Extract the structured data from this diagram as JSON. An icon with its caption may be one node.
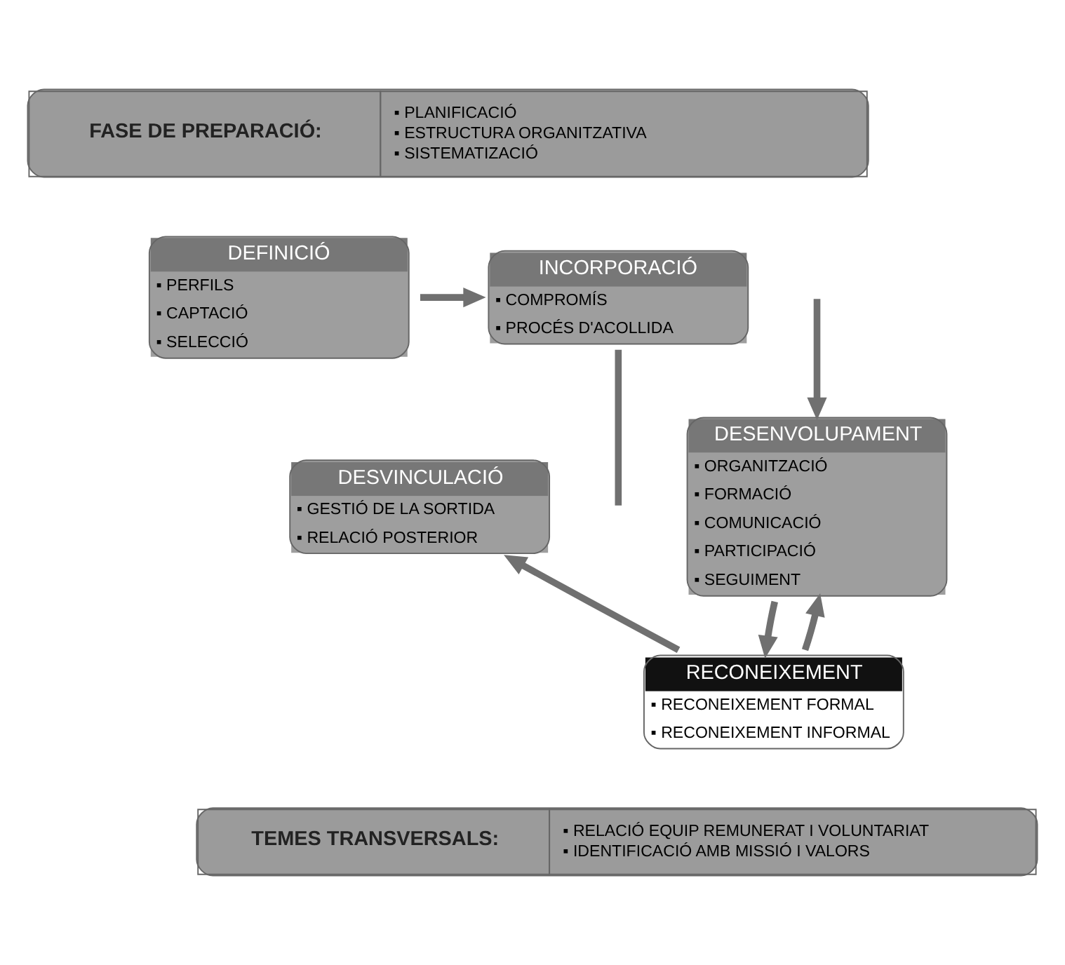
{
  "diagram": {
    "nodes": [
      {
        "text": [
          "FASE DE PREPARACIÓ:",
          "▪ PLANIFICACIÓ",
          "▪ ESTRUCTURA ORGANITZATIVA",
          "▪ SISTEMATIZACIÓ"
        ]
      },
      {
        "text": [
          "DEFINICIÓ",
          "▪ PERFILS",
          "▪ CAPTACIÓ",
          "▪ SELECCIÓ"
        ]
      },
      {
        "text": [
          "DESVINCULACIÓ",
          "▪ GESTIÓ DE LA SORTIDA",
          "▪ RELACIÓ POSTERIOR"
        ]
      },
      {
        "text": [
          "INCORPORACIÓ",
          "▪ COMPROMÍS",
          "▪ PROCÉS D'ACOLLIDA"
        ]
      },
      {
        "text": [
          "DESENVOLUPAMENT",
          "▪ ORGANITZACIÓ",
          "▪ FORMACIÓ",
          "▪ COMUNICACIÓ",
          "▪ PARTICIPACIÓ",
          "▪ SEGUIMENT"
        ]
      },
      {
        "text": [
          "RECONEIXEMENT",
          "▪ RECONEIXEMENT FORMAL",
          "▪ RECONEIXEMENT INFORMAL"
        ]
      },
      {
        "text": [
          "TEMES TRANSVERSALS:",
          "▪ RELACIÓ EQUIP REMUNERAT I VOLUNTARIAT",
          "▪ IDENTIFICACIÓ AMB MISSIÓ I VALORS"
        ]
      }
    ],
    "edges": [
      {
        "from": 1,
        "to": 3,
        "arrow": "to"
      },
      {
        "from": 4,
        "to": 5,
        "arrow": "to"
      },
      {
        "from": 5,
        "to": 4,
        "arrow": "to"
      },
      {
        "from": 5,
        "to": 2,
        "arrow": "to"
      },
      {
        "from": 3,
        "to": null,
        "arrow": "none"
      },
      {
        "from": null,
        "to": 4,
        "arrow": "to"
      }
    ]
  }
}
